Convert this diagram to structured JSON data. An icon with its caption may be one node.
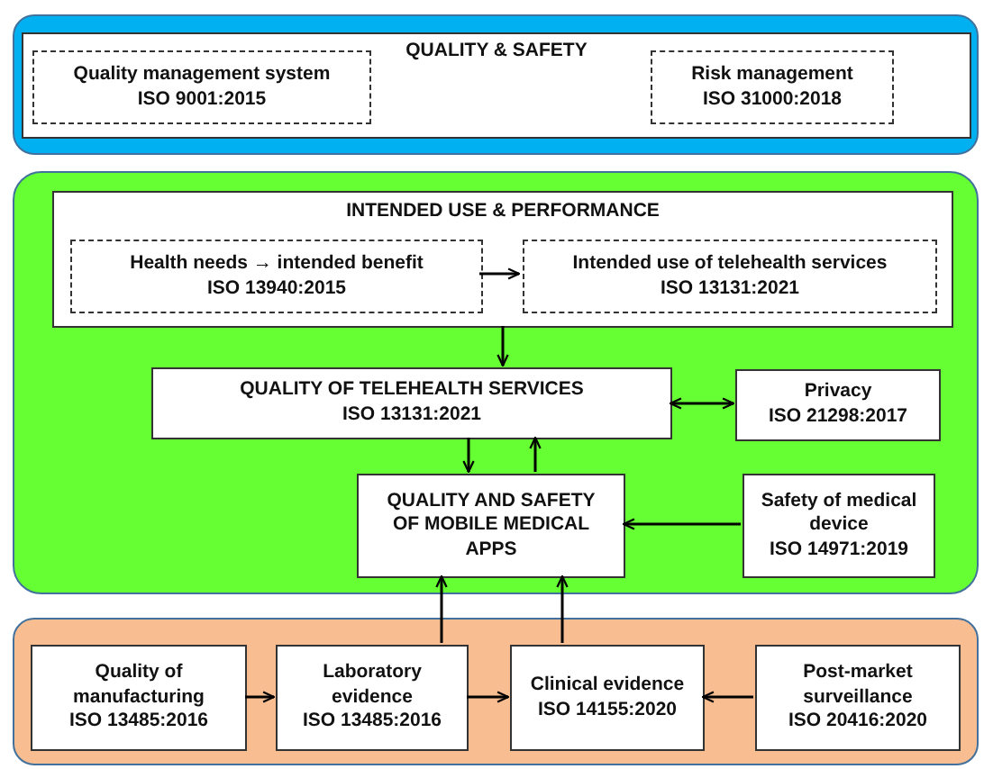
{
  "diagram": {
    "nodes": [
      {
        "text": [
          "QUALITY & SAFETY"
        ]
      },
      {
        "text": [
          "Quality management system",
          "ISO 9001:2015"
        ],
        "in": 0
      },
      {
        "text": [
          "Risk management",
          "ISO 31000:2018"
        ],
        "in": 0
      },
      {
        "text": [],
        "shape": "box"
      },
      {
        "text": [
          "INTENDED USE & PERFORMANCE"
        ],
        "in": 3
      },
      {
        "text": [
          "Health needs → intended benefit",
          "ISO 13940:2015"
        ],
        "in": 4
      },
      {
        "text": [
          "Intended use of telehealth services",
          "ISO 13131:2021"
        ],
        "in": 4
      },
      {
        "text": [
          "QUALITY OF TELEHEALTH SERVICES",
          "ISO 13131:2021"
        ],
        "in": 3
      },
      {
        "text": [
          "Privacy",
          "ISO 21298:2017"
        ],
        "in": 3
      },
      {
        "text": [
          "QUALITY AND SAFETY OF MOBILE MEDICAL APPS"
        ],
        "in": 3
      },
      {
        "text": [
          "Safety of medical device",
          "ISO 14971:2019"
        ],
        "in": 3
      },
      {
        "text": [],
        "shape": "box"
      },
      {
        "text": [
          "Quality of manufacturing",
          "ISO 13485:2016"
        ],
        "in": 11
      },
      {
        "text": [
          "Laboratory evidence",
          "ISO 13485:2016"
        ],
        "in": 11
      },
      {
        "text": [
          "Clinical evidence",
          "ISO 14155:2020"
        ],
        "in": 11
      },
      {
        "text": [
          "Post-market surveillance",
          "ISO 20416:2020"
        ],
        "in": 11
      }
    ],
    "edges": [
      {
        "from": 5,
        "to": 6,
        "arrow": "to"
      },
      {
        "from": 4,
        "to": 7,
        "arrow": "to"
      },
      {
        "from": 7,
        "to": 8,
        "arrow": "both"
      },
      {
        "from": 7,
        "to": 9,
        "arrow": "to"
      },
      {
        "from": 9,
        "to": 7,
        "arrow": "to"
      },
      {
        "from": 10,
        "to": 9,
        "arrow": "to"
      },
      {
        "from": 13,
        "to": 9,
        "arrow": "to"
      },
      {
        "from": 14,
        "to": 9,
        "arrow": "to"
      },
      {
        "from": 12,
        "to": 13,
        "arrow": "to"
      },
      {
        "from": 13,
        "to": 14,
        "arrow": "to"
      },
      {
        "from": 15,
        "to": 14,
        "arrow": "to"
      }
    ]
  }
}
